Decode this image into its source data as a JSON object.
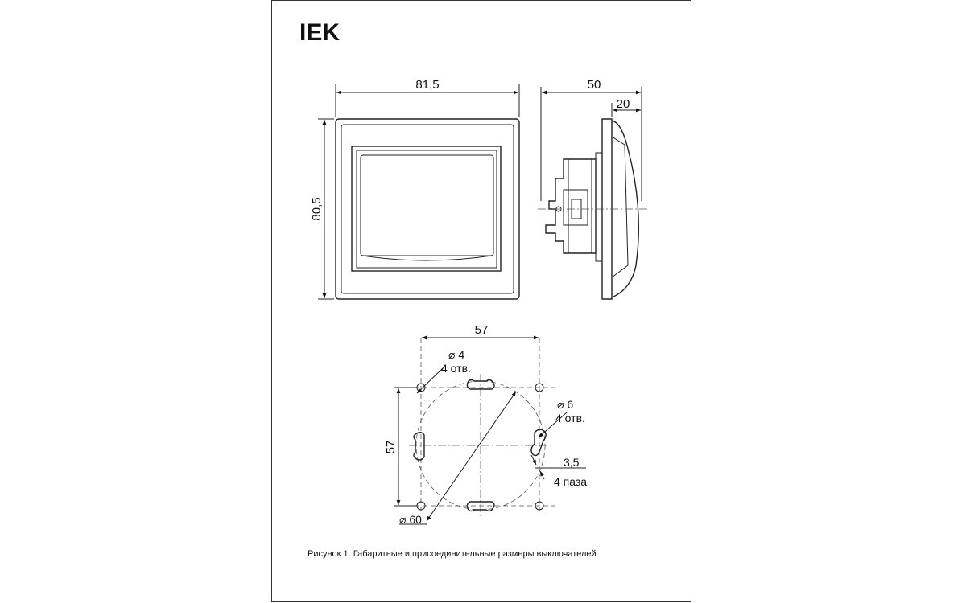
{
  "brand": {
    "logo_text": "IEK"
  },
  "front_view": {
    "width_label": "81,5",
    "height_label": "80,5"
  },
  "side_view": {
    "depth_label": "50",
    "face_label": "20"
  },
  "mounting_view": {
    "hole_spacing_h": "57",
    "hole_spacing_v": "57",
    "small_hole_diameter": "⌀ 4",
    "small_hole_count": "4 отв.",
    "large_hole_diameter": "⌀ 6",
    "large_hole_count": "4 отв.",
    "slot_width": "3,5",
    "slot_count": "4 паза",
    "circle_diameter": "⌀ 60"
  },
  "caption": "Рисунок 1.  Габаритные и присоединительные размеры выключателей."
}
